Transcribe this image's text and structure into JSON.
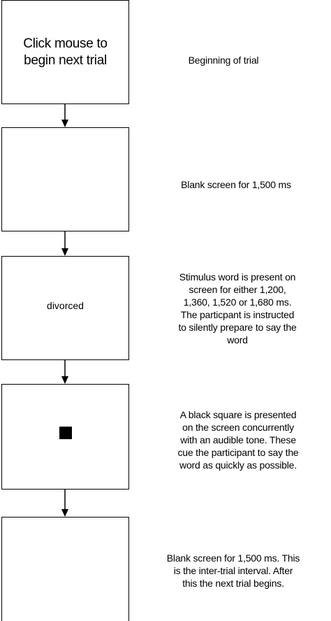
{
  "steps": [
    {
      "screen_text": "Click mouse to\nbegin next trial",
      "description": "Beginning of trial"
    },
    {
      "screen_text": "",
      "description": "Blank screen for 1,500 ms"
    },
    {
      "screen_text": "divorced",
      "description": "Stimulus word is present on\nscreen for either 1,200,\n1,360, 1,520 or 1,680 ms.\nThe particpant is instructed\nto silently prepare to say the\nword"
    },
    {
      "screen_icon": "black-square-icon",
      "description": "A black square is presented\non the screen concurrently\nwith an audible tone.  These\ncue the participant to say the\nword as quickly as possible."
    },
    {
      "screen_text": "",
      "description": "Blank screen for 1,500 ms. This\nis the inter-trial interval.  After\nthis the next trial begins."
    }
  ],
  "colors": {
    "line": "#000000",
    "background": "#ffffff",
    "stimulus_square": "#000000"
  }
}
